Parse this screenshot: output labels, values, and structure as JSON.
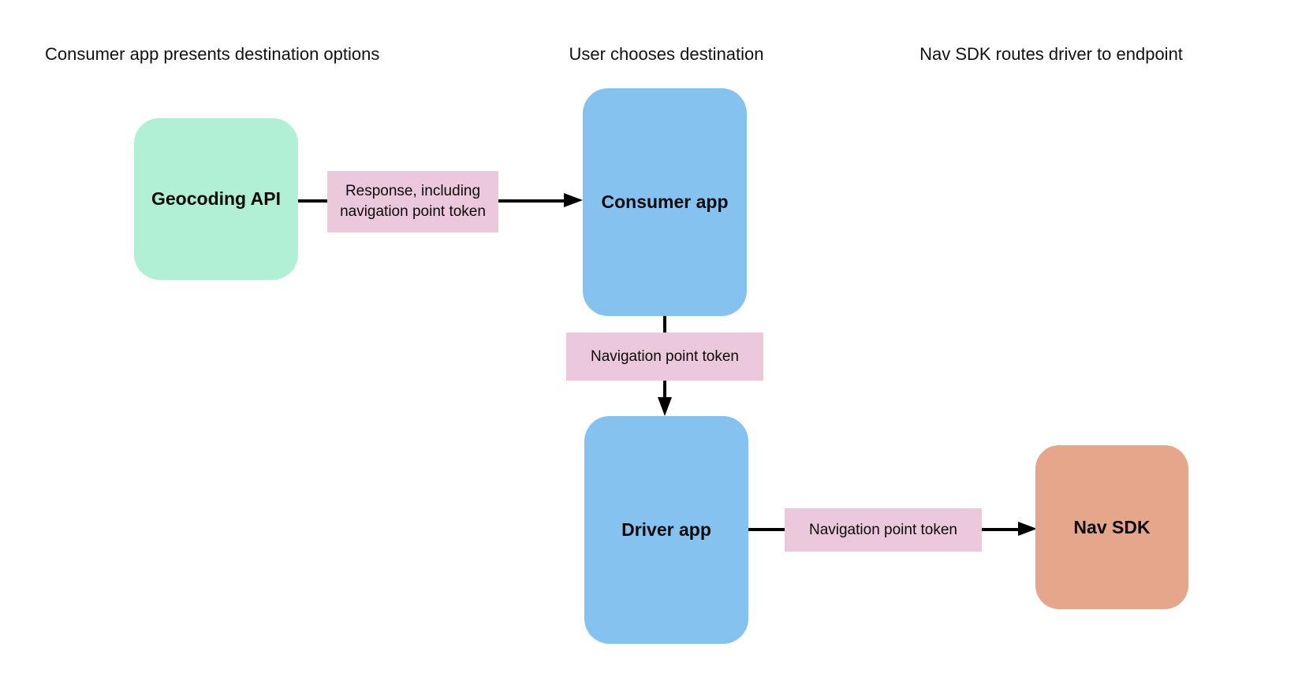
{
  "diagram": {
    "headers": [
      {
        "text": "Consumer app presents destination options"
      },
      {
        "text": "User chooses destination"
      },
      {
        "text": "Nav SDK routes driver to endpoint"
      }
    ],
    "nodes": [
      {
        "label": "Geocoding API",
        "fill": "#b1f0d4"
      },
      {
        "label": "Consumer app",
        "fill": "#85c2f0"
      },
      {
        "label": "Driver app",
        "fill": "#85c2f0"
      },
      {
        "label": "Nav SDK",
        "fill": "#e6a68b"
      }
    ],
    "edge_labels": [
      {
        "text": "Response, including navigation point token",
        "fill": "#ebc8dc"
      },
      {
        "text": "Navigation point token",
        "fill": "#ebc8dc"
      },
      {
        "text": "Navigation point token",
        "fill": "#ebc8dc"
      }
    ],
    "colors": {
      "arrow": "#000000",
      "text": "#000000",
      "background": "#ffffff"
    }
  }
}
